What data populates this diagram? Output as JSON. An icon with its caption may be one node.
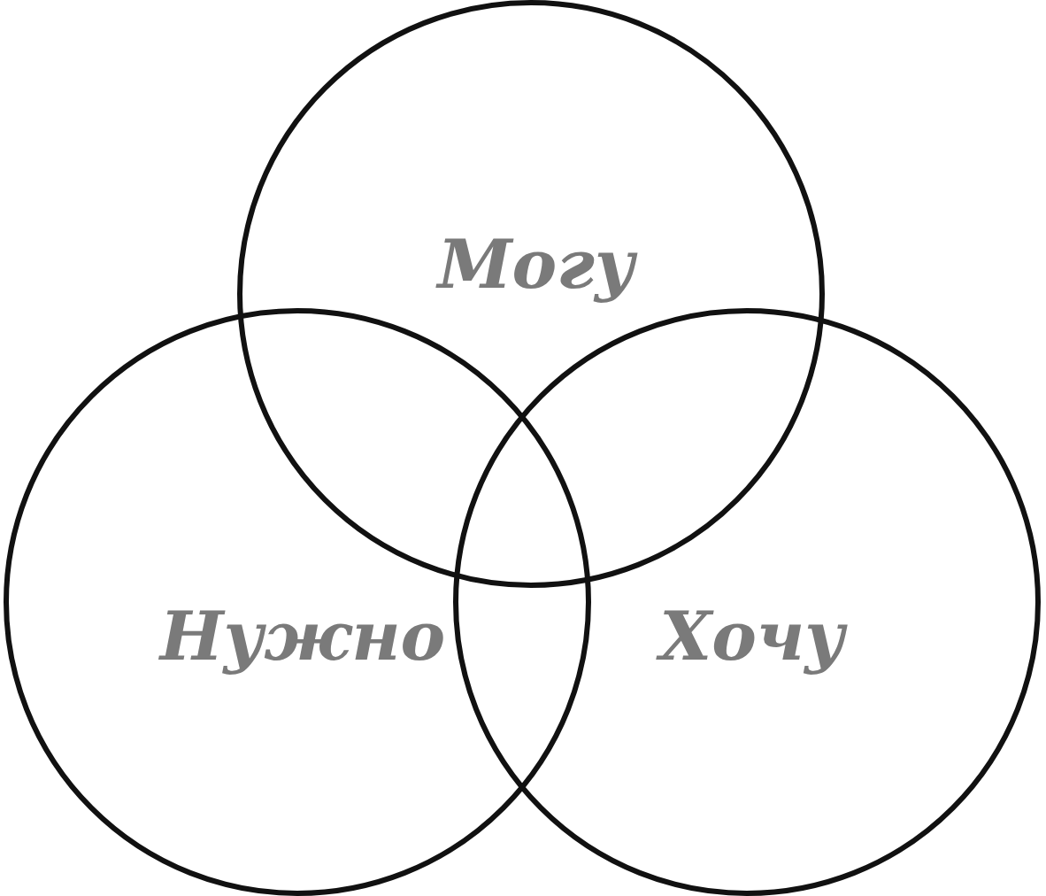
{
  "diagram": {
    "nodes": [
      {
        "text": [
          "Могу"
        ]
      },
      {
        "text": [
          "Нужно"
        ]
      },
      {
        "text": [
          "Хочу"
        ]
      }
    ]
  }
}
